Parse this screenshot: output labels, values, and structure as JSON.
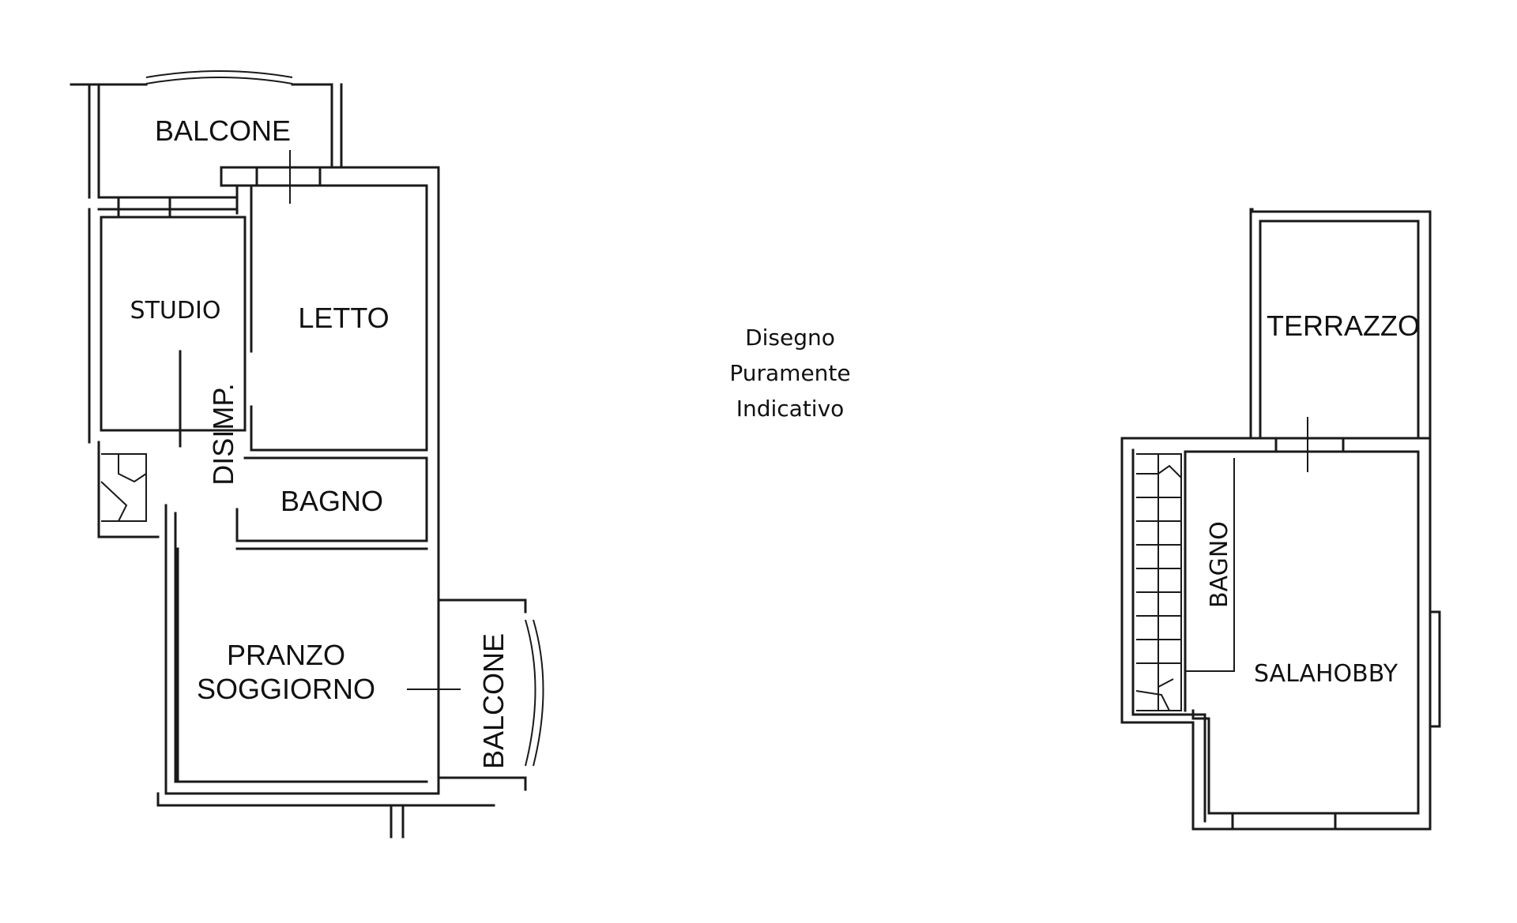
{
  "note": {
    "line1": "Disegno",
    "line2": "Puramente",
    "line3": "Indicativo"
  },
  "left_plan": {
    "balcone_top": "BALCONE",
    "studio": "STUDIO",
    "letto": "LETTO",
    "disimp": "DISIMP.",
    "bagno": "BAGNO",
    "pranzo": "PRANZO",
    "soggiorno": "SOGGIORNO",
    "balcone_side": "BALCONE"
  },
  "right_plan": {
    "terrazzo": "TERRAZZO",
    "bagno": "BAGNO",
    "salahobby": "SALAHOBBY"
  }
}
